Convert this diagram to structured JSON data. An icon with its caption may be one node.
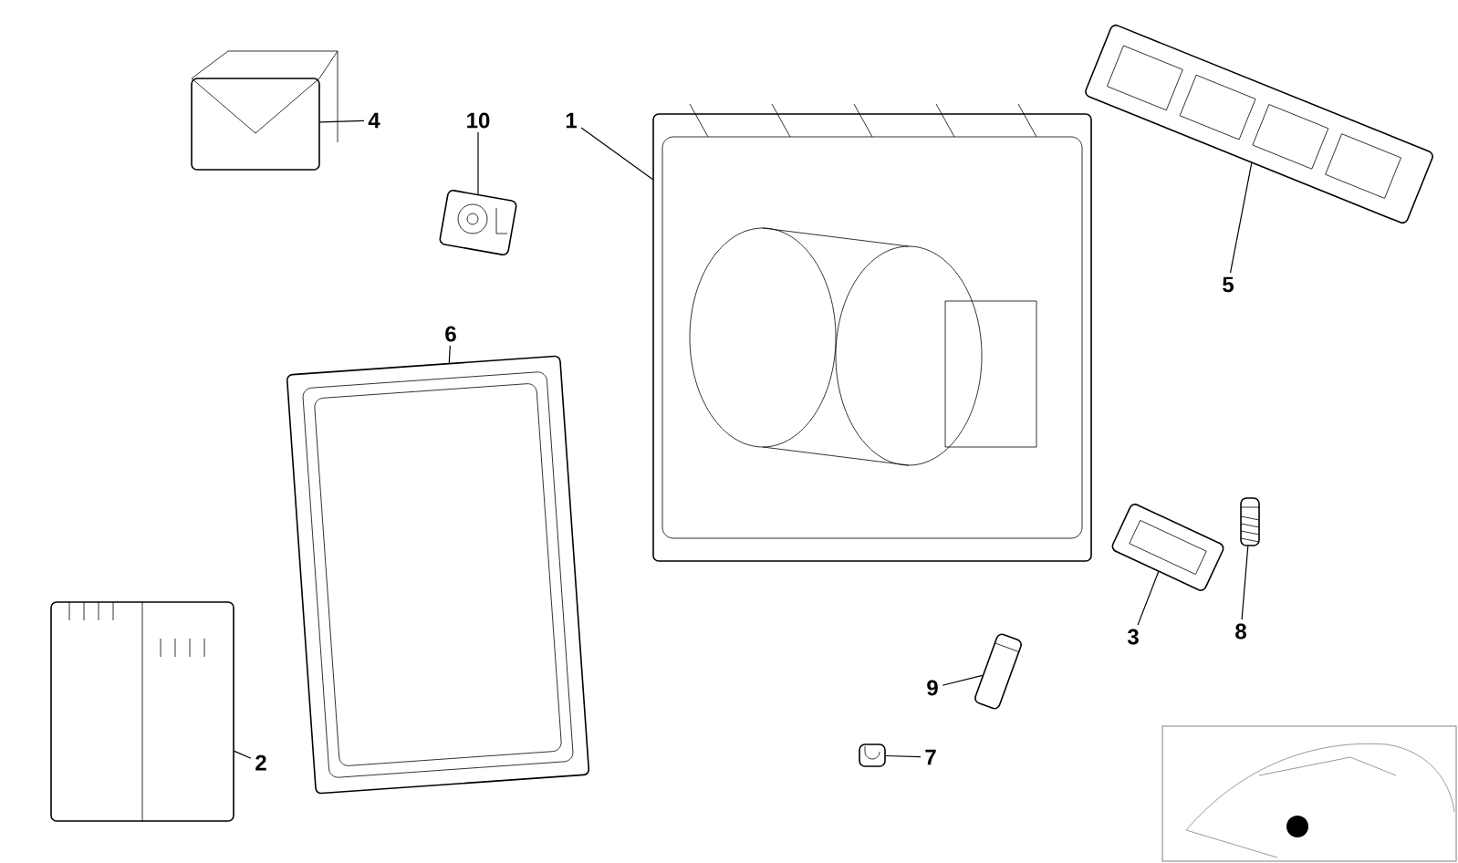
{
  "diagram": {
    "nodes": [
      {
        "text": [
          "4"
        ]
      },
      {
        "text": [
          "10"
        ]
      },
      {
        "text": [
          "1"
        ]
      },
      {
        "text": [
          "5"
        ]
      },
      {
        "text": [
          "6"
        ]
      },
      {
        "text": [
          "3"
        ]
      },
      {
        "text": [
          "8"
        ]
      },
      {
        "text": [
          "9"
        ]
      },
      {
        "text": [
          "2"
        ]
      },
      {
        "text": [
          "7"
        ]
      },
      {
        "text": [],
        "shape": "picture"
      },
      {
        "text": [],
        "shape": "picture"
      },
      {
        "text": [],
        "shape": "picture"
      },
      {
        "text": [],
        "shape": "picture"
      },
      {
        "text": [],
        "shape": "picture"
      },
      {
        "text": [],
        "shape": "picture"
      },
      {
        "text": [],
        "shape": "picture"
      },
      {
        "text": [],
        "shape": "picture"
      },
      {
        "text": [],
        "shape": "picture"
      },
      {
        "text": [],
        "shape": "picture"
      }
    ],
    "edges": [
      {
        "from": 0,
        "to": 10,
        "arrow": "none"
      },
      {
        "from": 1,
        "to": 11,
        "arrow": "none"
      },
      {
        "from": 2,
        "to": 12,
        "arrow": "none"
      },
      {
        "from": 3,
        "to": 13,
        "arrow": "none"
      },
      {
        "from": 4,
        "to": 14,
        "arrow": "none"
      },
      {
        "from": 5,
        "to": 15,
        "arrow": "none"
      },
      {
        "from": 6,
        "to": 16,
        "arrow": "none"
      },
      {
        "from": 7,
        "to": 17,
        "arrow": "none"
      },
      {
        "from": 8,
        "to": 18,
        "arrow": "none"
      },
      {
        "from": 9,
        "to": 19,
        "arrow": "none"
      }
    ]
  }
}
